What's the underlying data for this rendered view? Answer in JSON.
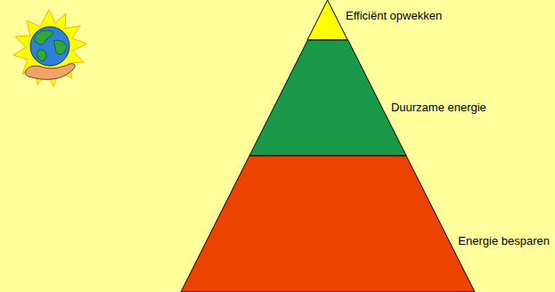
{
  "diagram": {
    "nodes": [
      {
        "text": [
          "Efficiënt opwekken"
        ]
      },
      {
        "text": [
          "Duurzame energie"
        ]
      },
      {
        "text": [
          "Energie besparen"
        ]
      }
    ]
  }
}
